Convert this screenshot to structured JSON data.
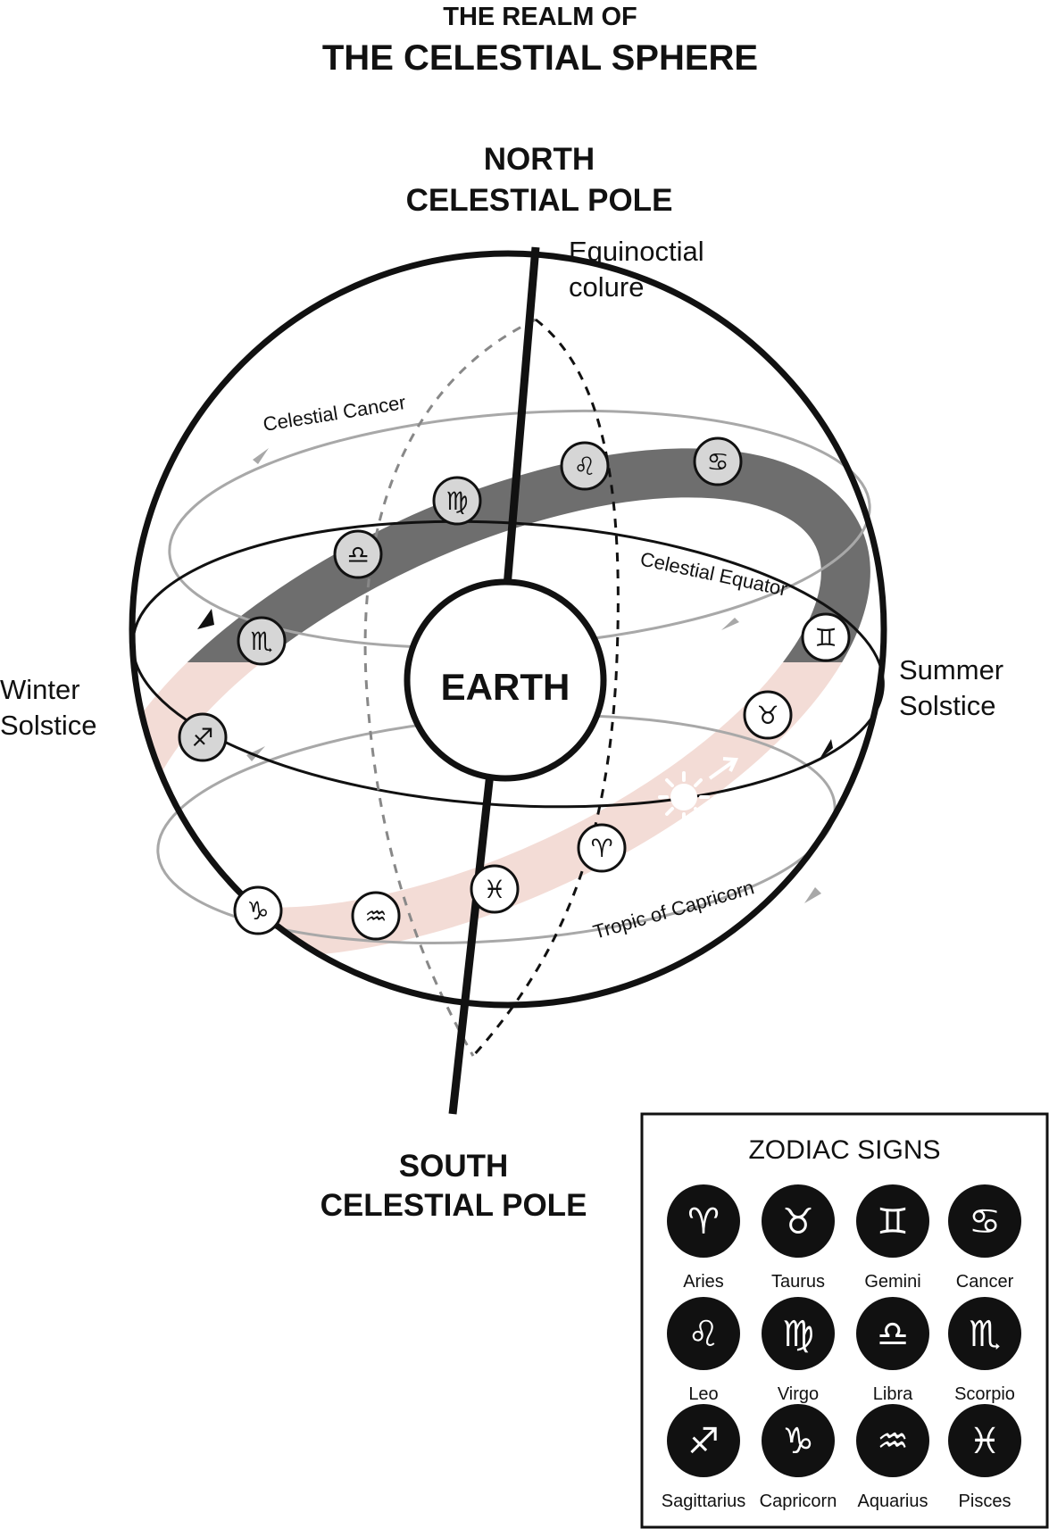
{
  "title": {
    "line1": "THE REALM OF",
    "line2": "THE CELESTIAL SPHERE"
  },
  "labels": {
    "north_pole_line1": "NORTH",
    "north_pole_line2": "CELESTIAL POLE",
    "south_pole_line1": "SOUTH",
    "south_pole_line2": "CELESTIAL POLE",
    "equinoctial_line1": "Equinoctial",
    "equinoctial_line2": "colure",
    "winter_line1": "Winter",
    "winter_line2": "Solstice",
    "summer_line1": "Summer",
    "summer_line2": "Solstice",
    "earth": "EARTH",
    "celestial_cancer": "Celestial Cancer",
    "celestial_equator": "Celestial Equator",
    "tropic_capricorn": "Tropic of Capricorn"
  },
  "band_signs": [
    {
      "sign": "Cancer",
      "glyph": "♋︎",
      "shade": "light"
    },
    {
      "sign": "Leo",
      "glyph": "♌︎",
      "shade": "light"
    },
    {
      "sign": "Virgo",
      "glyph": "♍︎",
      "shade": "light"
    },
    {
      "sign": "Libra",
      "glyph": "♎︎",
      "shade": "light"
    },
    {
      "sign": "Scorpio",
      "glyph": "♏︎",
      "shade": "light"
    },
    {
      "sign": "Sagittarius",
      "glyph": "♐︎",
      "shade": "light"
    },
    {
      "sign": "Gemini",
      "glyph": "♊︎",
      "shade": "white"
    },
    {
      "sign": "Taurus",
      "glyph": "♉︎",
      "shade": "white"
    },
    {
      "sign": "Aries",
      "glyph": "♈︎",
      "shade": "white"
    },
    {
      "sign": "Pisces",
      "glyph": "♓︎",
      "shade": "white"
    },
    {
      "sign": "Aquarius",
      "glyph": "♒︎",
      "shade": "white"
    },
    {
      "sign": "Capricorn",
      "glyph": "♑︎",
      "shade": "white"
    }
  ],
  "legend": {
    "title": "ZODIAC SIGNS",
    "signs": [
      {
        "name": "Aries",
        "glyph": "♈︎"
      },
      {
        "name": "Taurus",
        "glyph": "♉︎"
      },
      {
        "name": "Gemini",
        "glyph": "♊︎"
      },
      {
        "name": "Cancer",
        "glyph": "♋︎"
      },
      {
        "name": "Leo",
        "glyph": "♌︎"
      },
      {
        "name": "Virgo",
        "glyph": "♍︎"
      },
      {
        "name": "Libra",
        "glyph": "♎︎"
      },
      {
        "name": "Scorpio",
        "glyph": "♏︎"
      },
      {
        "name": "Sagittarius",
        "glyph": "♐︎"
      },
      {
        "name": "Capricorn",
        "glyph": "♑︎"
      },
      {
        "name": "Aquarius",
        "glyph": "♒︎"
      },
      {
        "name": "Pisces",
        "glyph": "♓︎"
      }
    ]
  },
  "colors": {
    "ink": "#111111",
    "ecliptic_dark": "#6e6e6e",
    "ecliptic_light": "#f3dcd6",
    "orbit_gray": "#a8a8a8",
    "sign_fill_light": "#d6d6d6",
    "sign_fill_white": "#ffffff",
    "legend_disc": "#111111"
  },
  "icons": {
    "sun": "sun-icon",
    "sun_motion": "arrow-icon"
  }
}
